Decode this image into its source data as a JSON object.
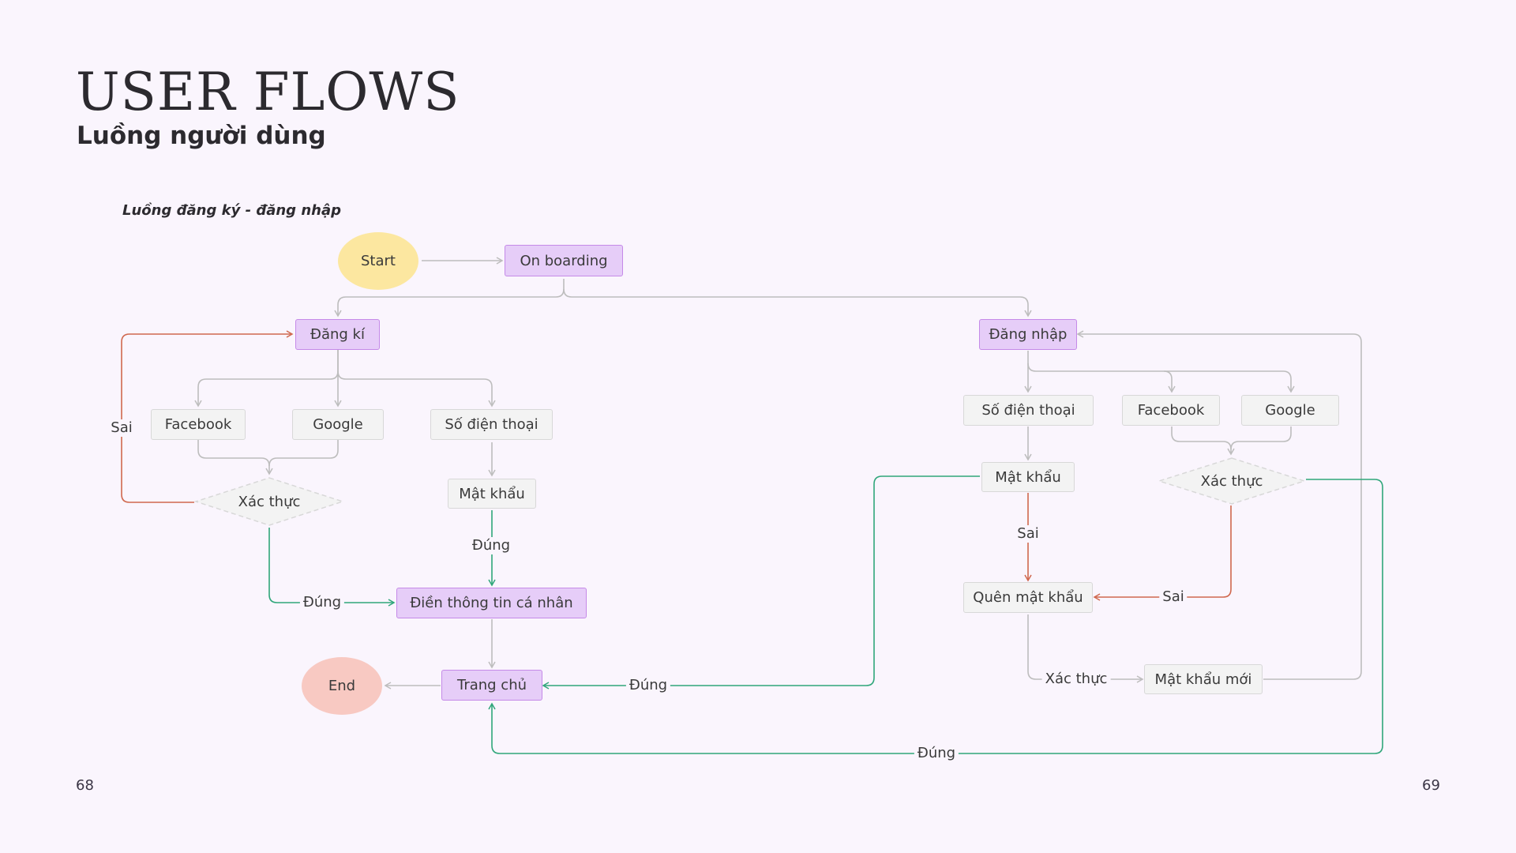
{
  "header": {
    "title": "USER FLOWS",
    "subtitle": "Luồng người dùng"
  },
  "section_title": "Luồng đăng ký - đăng nhập",
  "pages": {
    "left": "68",
    "right": "69"
  },
  "nodes": {
    "start": "Start",
    "onboarding": "On boarding",
    "signup": "Đăng kí",
    "login": "Đăng nhập",
    "su_facebook": "Facebook",
    "su_google": "Google",
    "su_phone": "Số điện thoại",
    "su_password": "Mật khẩu",
    "su_verify": "Xác thực",
    "personal_info": "Điền thông tin cá nhân",
    "home": "Trang chủ",
    "end": "End",
    "li_phone": "Số điện thoại",
    "li_facebook": "Facebook",
    "li_google": "Google",
    "li_password": "Mật khẩu",
    "li_verify": "Xác thực",
    "forgot_password": "Quên mật khẩu",
    "new_password": "Mật khẩu mới"
  },
  "edge_labels": {
    "su_verify_wrong": "Sai",
    "su_verify_right": "Đúng",
    "su_password_right": "Đúng",
    "li_password_wrong": "Sai",
    "li_verify_wrong": "Sai",
    "forgot_verify": "Xác thực",
    "li_password_right": "Đúng",
    "li_verify_right": "Đúng"
  },
  "colors": {
    "background": "#faf5fd",
    "process_fill": "#e6cdf8",
    "start_fill": "#fce7a0",
    "end_fill": "#f8c9c2",
    "edge_neutral": "#bdbdbd",
    "edge_true": "#2fa67a",
    "edge_false": "#d0684e"
  }
}
